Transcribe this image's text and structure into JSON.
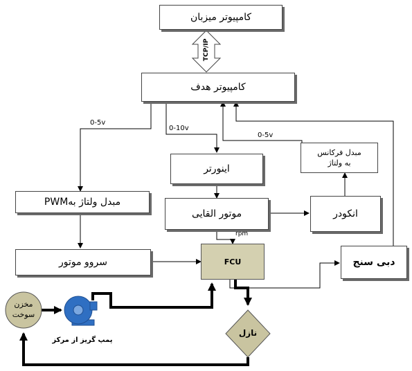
{
  "nodes": {
    "host_computer": "کامپیوتر میزبان",
    "protocol": "TCP/IP",
    "target_computer": "کامپیوتر هدف",
    "inverter": "اینورتر",
    "freq_converter_line1": "مبدل فرکانس",
    "freq_converter_line2": "به ولتاژ",
    "induction_motor": "موتور القایی",
    "encoder": "انکودر",
    "pwm_converter": "مبدل ولتاژ بهPWM",
    "servo_motor": "سروو موتور",
    "fcu": "FCU",
    "flow_meter": "دبی سنج",
    "fuel_tank_line1": "مخزن",
    "fuel_tank_line2": "سوخت",
    "pump": "پمپ گریز از مرکز",
    "nozzle": "نازل"
  },
  "edge_labels": {
    "v_0_5_left": "0-5v",
    "v_0_10": "0-10v",
    "v_0_5_right": "0-5v",
    "rpm": "rpm"
  },
  "colors": {
    "fcu_fill": "#d4d0b0",
    "tank_fill": "#c9c4a0",
    "pump_fill": "#2f6fc2",
    "nozzle_fill": "#c9c4a0",
    "line": "#000000"
  }
}
